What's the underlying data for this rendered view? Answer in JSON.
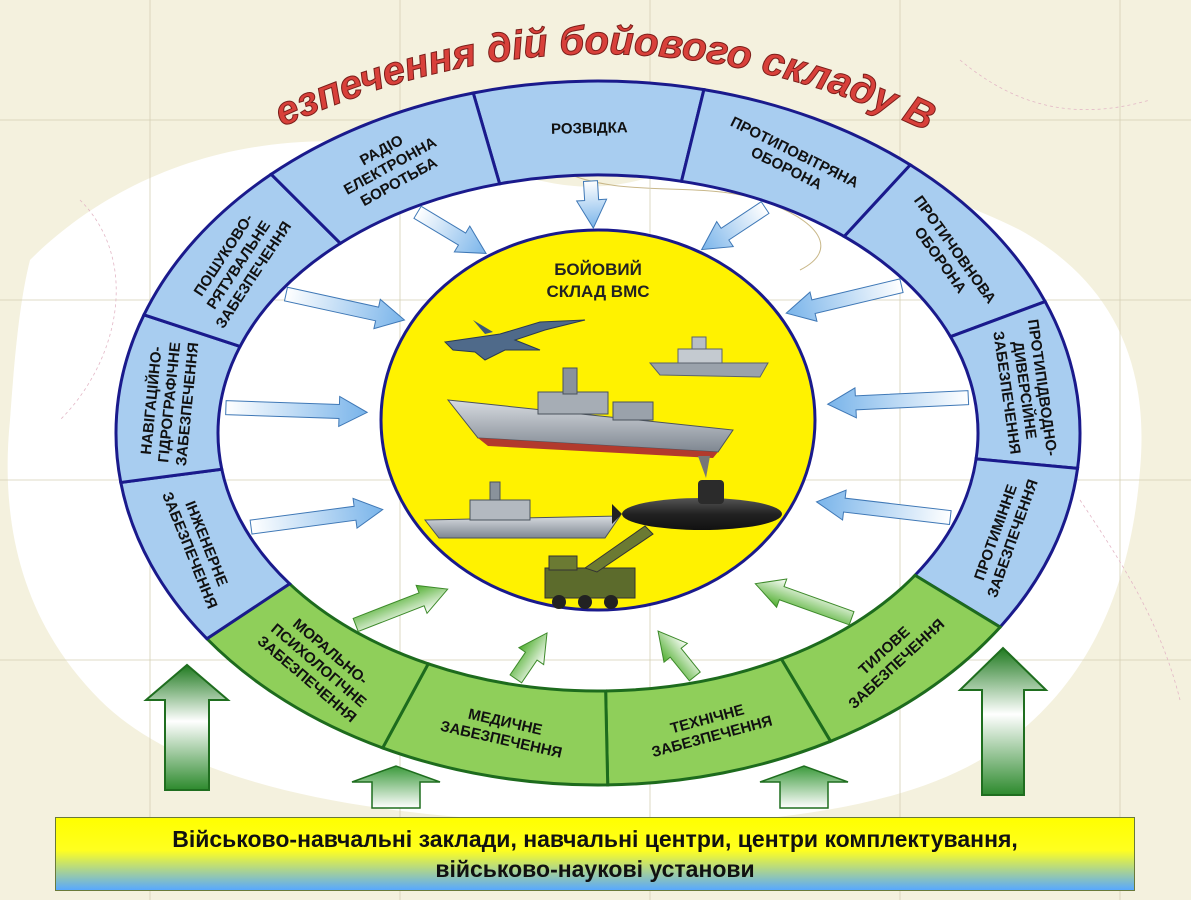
{
  "title": "Забезпечення дій бойового складу ВМС",
  "core": {
    "line1": "БОЙОВИЙ",
    "line2": "СКЛАД ВМС"
  },
  "segments": [
    {
      "id": "rozvidka",
      "lines": [
        "РОЗВІДКА"
      ],
      "group": "blue"
    },
    {
      "id": "ppo",
      "lines": [
        "ПРОТИПОВІТРЯНА",
        "ОБОРОНА"
      ],
      "group": "blue"
    },
    {
      "id": "pcho",
      "lines": [
        "ПРОТИЧОВНОВА",
        "ОБОРОНА"
      ],
      "group": "blue"
    },
    {
      "id": "ppdz",
      "lines": [
        "ПРОТИПІДВОДНО-",
        "ДИВЕРСІЙНЕ",
        "ЗАБЕЗПЕЧЕННЯ"
      ],
      "group": "blue"
    },
    {
      "id": "pmz",
      "lines": [
        "ПРОТИМІННЕ",
        "ЗАБЕЗПЕЧЕННЯ"
      ],
      "group": "blue"
    },
    {
      "id": "tylove",
      "lines": [
        "ТИЛОВЕ",
        "ЗАБЕЗПЕЧЕННЯ"
      ],
      "group": "green"
    },
    {
      "id": "tekhnichne",
      "lines": [
        "ТЕХНІЧНЕ",
        "ЗАБЕЗПЕЧЕННЯ"
      ],
      "group": "green"
    },
    {
      "id": "medychne",
      "lines": [
        "МЕДИЧНЕ",
        "ЗАБЕЗПЕЧЕННЯ"
      ],
      "group": "green"
    },
    {
      "id": "mpz",
      "lines": [
        "МОРАЛЬНО-",
        "ПСИХОЛОГІЧНЕ",
        "ЗАБЕЗПЕЧЕННЯ"
      ],
      "group": "green"
    },
    {
      "id": "inzh",
      "lines": [
        "ІНЖЕНЕРНЕ",
        "ЗАБЕЗПЕЧЕННЯ"
      ],
      "group": "blue"
    },
    {
      "id": "navig",
      "lines": [
        "НАВІГАЦІЙНО-",
        "ГІДРОГРАФІЧНЕ",
        "ЗАБЕЗПЕЧЕННЯ"
      ],
      "group": "blue"
    },
    {
      "id": "poshuk",
      "lines": [
        "ПОШУКОВО-",
        "РЯТУВАЛЬНЕ",
        "ЗАБЕЗПЕЧЕННЯ"
      ],
      "group": "blue"
    },
    {
      "id": "reb",
      "lines": [
        "РАДІО",
        "ЕЛЕКТРОННА",
        "БОРОТЬБА"
      ],
      "group": "blue"
    }
  ],
  "footer": {
    "line1": "Військово-навчальні заклади, навчальні центри, центри комплектування,",
    "line2": "військово-наукові установи"
  },
  "colors": {
    "blue_segment": "#a8cdf0",
    "green_segment": "#8fcf5a",
    "ring_border": "#1a1a8c",
    "green_border": "#1d6b1d",
    "core_fill": "#fff200",
    "title_red": "#d8403a",
    "sea": "#ffffff",
    "land": "#f4f1de"
  },
  "icons": [
    "fighter-jet-icon",
    "patrol-boat-icon",
    "frigate-icon",
    "corvette-icon",
    "submarine-icon",
    "missile-launcher-icon"
  ]
}
